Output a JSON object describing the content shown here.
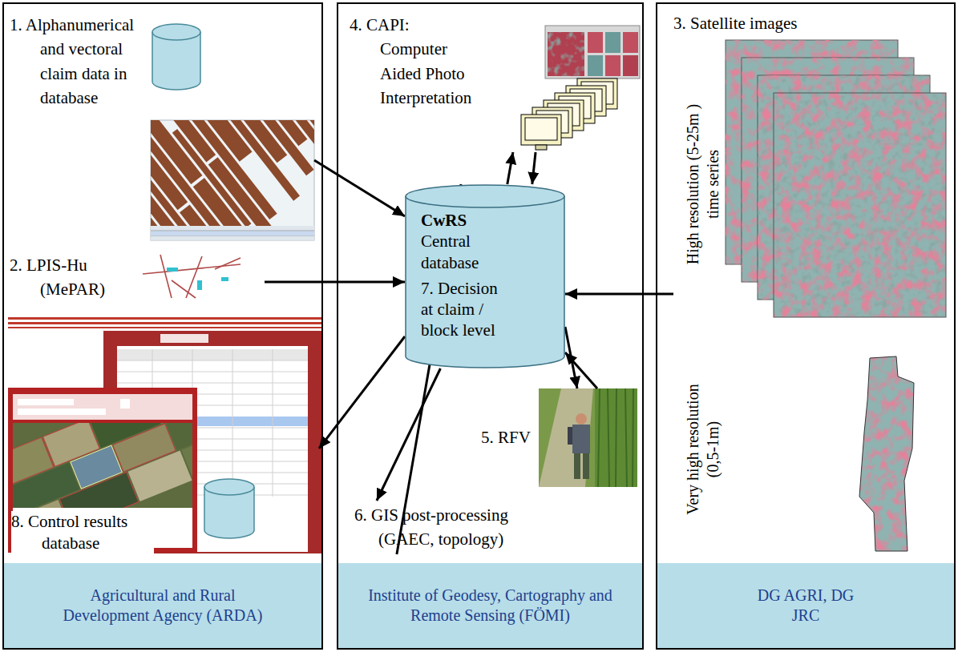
{
  "diagram": {
    "nodes": [
      {
        "text": [
          "Agricultural and Rural Development Agency (ARDA)"
        ]
      },
      {
        "text": [
          "1. Alphanumerical and vectoral claim data in database"
        ],
        "in": 0
      },
      {
        "text": [
          "2. LPIS-Hu (MePAR)"
        ],
        "in": 0
      },
      {
        "text": [
          "8. Control results database"
        ],
        "in": 0
      },
      {
        "text": [
          "Institute of Geodesy, Cartography and Remote Sensing (FÖMI)"
        ]
      },
      {
        "text": [
          "4. CAPI: Computer Aided Photo Interpretation"
        ],
        "in": 4
      },
      {
        "text": [
          "CwRS",
          "Central database",
          "7. Decision at claim / block level"
        ],
        "in": 4
      },
      {
        "text": [
          "5. RFV"
        ],
        "in": 4
      },
      {
        "text": [
          "6. GIS post-processing (GAEC, topology)"
        ],
        "in": 4
      },
      {
        "text": [
          "DG AGRI, DG JRC"
        ]
      },
      {
        "text": [
          "3. Satellite images"
        ],
        "in": 9
      }
    ],
    "edges": [
      {
        "from": 1,
        "to": 6,
        "arrow": "to"
      },
      {
        "from": 2,
        "to": 6,
        "arrow": "to"
      },
      {
        "from": 10,
        "to": 6,
        "arrow": "to"
      },
      {
        "from": 6,
        "to": 3,
        "arrow": "to"
      },
      {
        "from": 6,
        "to": 5,
        "arrow": "to"
      },
      {
        "from": 5,
        "to": 6,
        "arrow": "to"
      },
      {
        "from": 6,
        "to": 7,
        "arrow": "to"
      },
      {
        "from": 7,
        "to": 6,
        "arrow": "to"
      },
      {
        "from": 6,
        "to": 8,
        "arrow": "to"
      },
      {
        "from": 8,
        "to": 6,
        "arrow": "to"
      }
    ],
    "labels": [
      "High resolution (5-25m ) time series",
      "Very high resolution (0,5-1m)"
    ]
  }
}
